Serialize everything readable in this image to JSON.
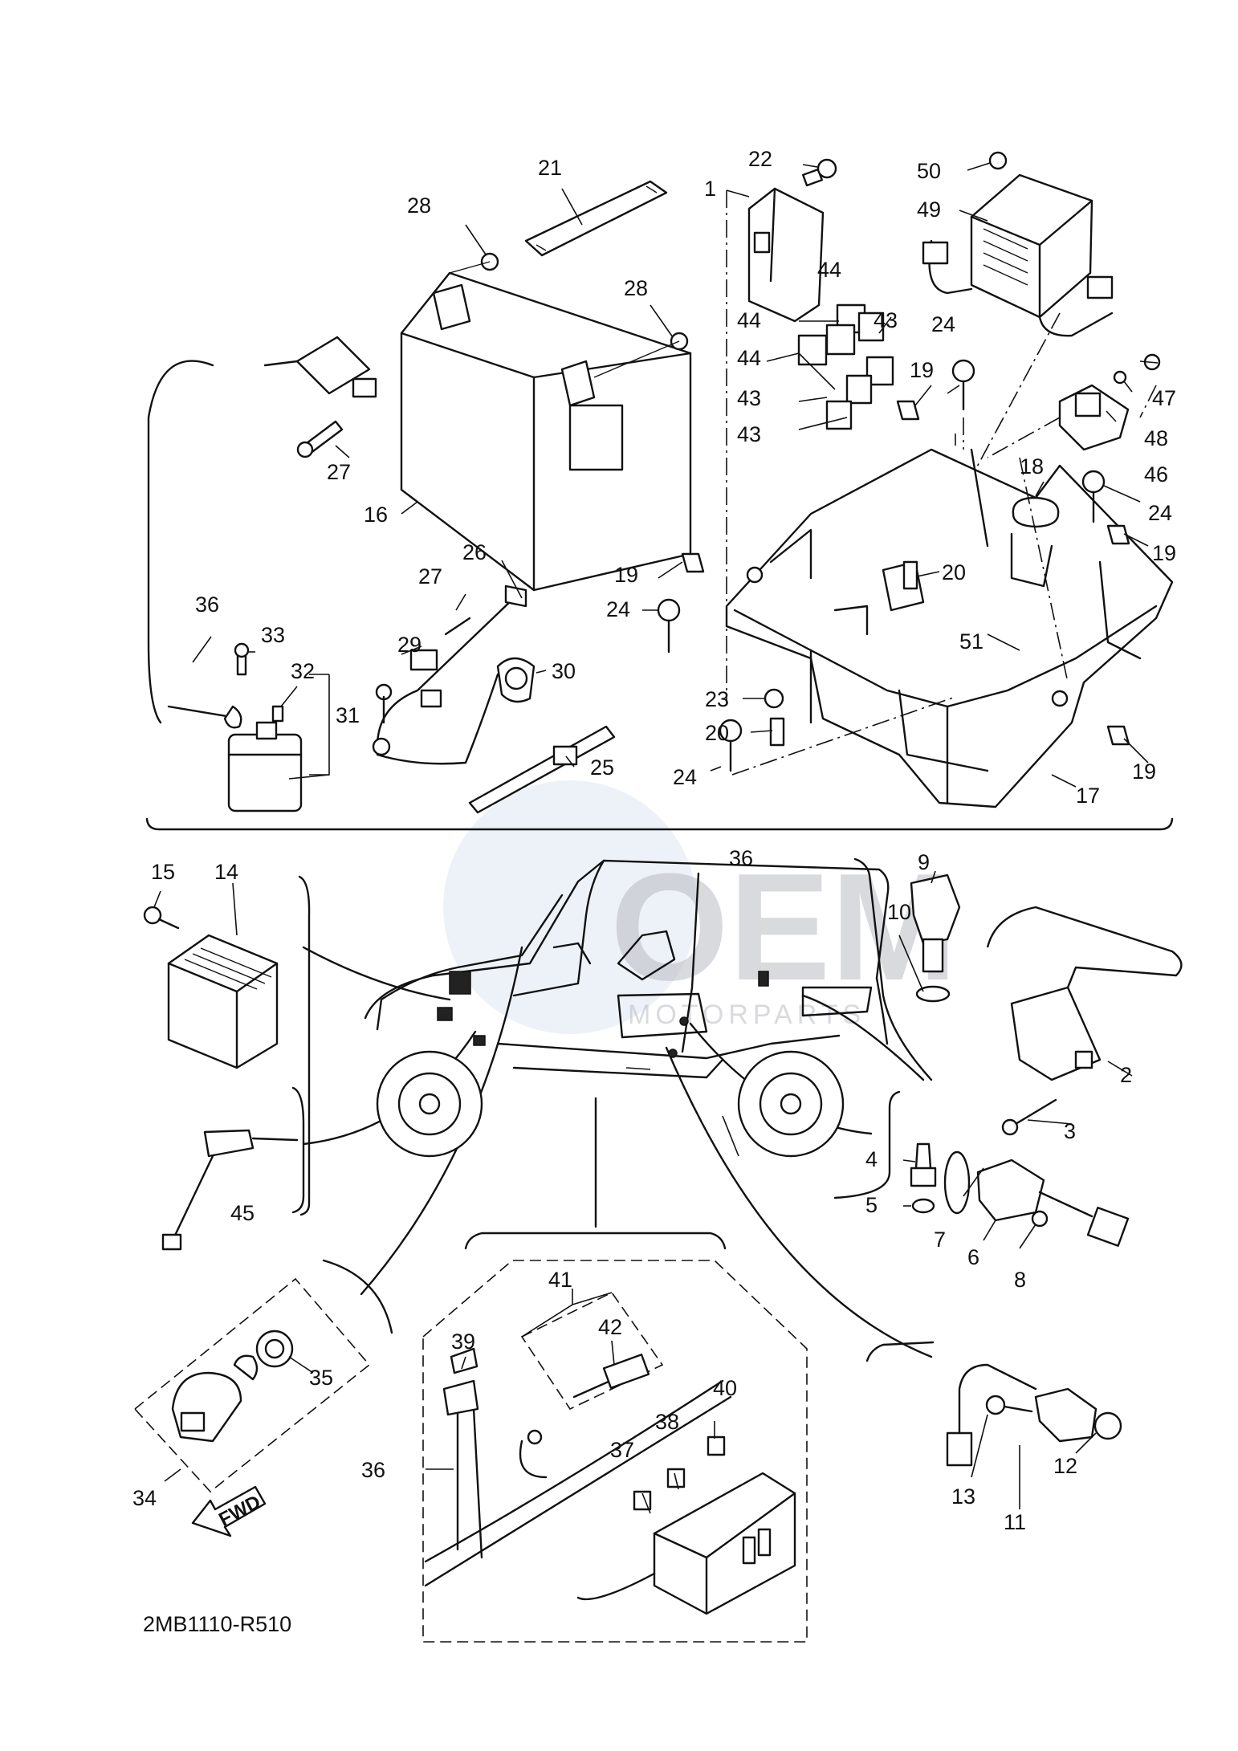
{
  "diagram_code": "2MB1110-R510",
  "watermark": {
    "main": "OEM",
    "sub": "MOTORPARTS"
  },
  "direction_label": "FWD",
  "callouts": {
    "c1": "1",
    "c2": "2",
    "c3": "3",
    "c4": "4",
    "c5": "5",
    "c6": "6",
    "c7": "7",
    "c8": "8",
    "c9": "9",
    "c10": "10",
    "c11": "11",
    "c12": "12",
    "c13": "13",
    "c14": "14",
    "c15": "15",
    "c16": "16",
    "c17": "17",
    "c18": "18",
    "c19a": "19",
    "c19b": "19",
    "c19c": "19",
    "c19d": "19",
    "c20a": "20",
    "c20b": "20",
    "c21": "21",
    "c22": "22",
    "c23": "23",
    "c24a": "24",
    "c24b": "24",
    "c24c": "24",
    "c24d": "24",
    "c25": "25",
    "c26": "26",
    "c27a": "27",
    "c27b": "27",
    "c28a": "28",
    "c28b": "28",
    "c29": "29",
    "c30": "30",
    "c31": "31",
    "c32": "32",
    "c33": "33",
    "c34": "34",
    "c35": "35",
    "c36a": "36",
    "c36b": "36",
    "c36c": "36",
    "c37": "37",
    "c38": "38",
    "c39": "39",
    "c40": "40",
    "c41": "41",
    "c42": "42",
    "c43a": "43",
    "c43b": "43",
    "c43c": "43",
    "c44a": "44",
    "c44b": "44",
    "c44c": "44",
    "c45": "45",
    "c46": "46",
    "c47": "47",
    "c48": "48",
    "c49": "49",
    "c50": "50",
    "c51": "51"
  }
}
